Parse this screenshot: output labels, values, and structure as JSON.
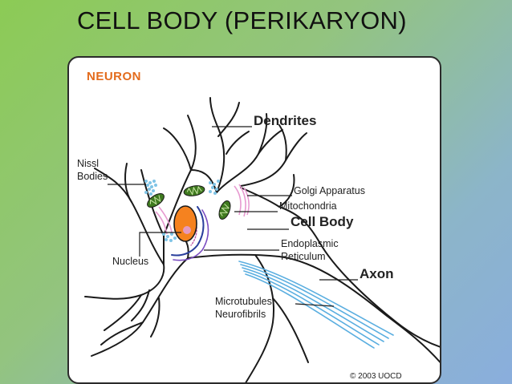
{
  "slide": {
    "title": "CELL BODY (PERIKARYON)"
  },
  "diagram": {
    "title": "NEURON",
    "labels": {
      "dendrites": "Dendrites",
      "nissl_line1": "Nissl",
      "nissl_line2": "Bodies",
      "golgi": "Golgi Apparatus",
      "mitochondria": "Mitochondria",
      "cell_body": "Cell Body",
      "er_line1": "Endoplasmic",
      "er_line2": "Reticulum",
      "nucleus": "Nucleus",
      "axon": "Axon",
      "microtubules": "Microtubules",
      "neurofibrils": "Neurofibrils"
    },
    "copyright": "© 2003 UOCD"
  },
  "colors": {
    "title_accent": "#e36b1c",
    "nucleus_fill": "#f5821f",
    "nucleolus_fill": "#e59ac0",
    "mitochondria_fill": "#3f7a1f",
    "nissl_fill": "#7fc4e6",
    "golgi_stroke": "#e79ad0",
    "er_stroke": "#2a3f9c",
    "microtubule_stroke": "#5aaee0"
  }
}
